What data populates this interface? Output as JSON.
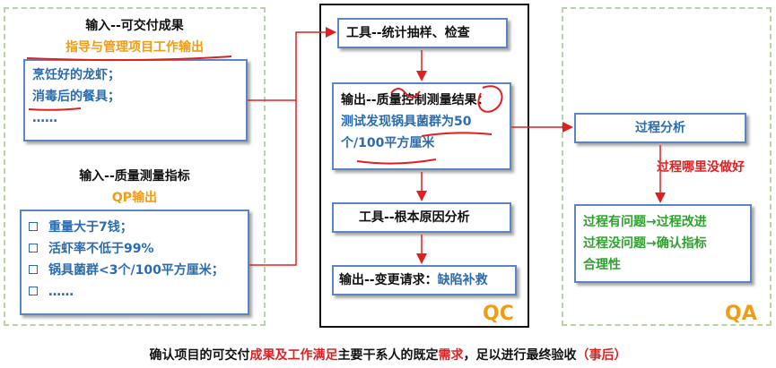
{
  "left": {
    "input1_title": "输入--可交付成果",
    "input1_sub": "指导与管理项目工作输出",
    "box1_items": [
      "烹饪好的龙虾；",
      "消毒后的餐具；",
      "……"
    ],
    "input2_title": "输入--质量测量指标",
    "input2_sub": "QP输出",
    "box2_items": [
      "重量大于7钱；",
      "活虾率不低于99%",
      "锅具菌群<3个/100平方厘米；",
      "……"
    ]
  },
  "qc": {
    "tool1": "工具--统计抽样、检查",
    "output1_title": "输出--质量控制测量结果：",
    "output1_line1": "测试发现锅具菌群为50",
    "output1_line2": "个/100平方厘米",
    "tool2": "工具--根本原因分析",
    "output2_prefix": "输出--变更请求：",
    "output2_value": "缺陷补救",
    "label": "QC"
  },
  "qa": {
    "process_analysis": "过程分析",
    "question": "过程哪里没做好",
    "result_lines": [
      "过程有问题→过程改进",
      "过程没问题→确认指标",
      "合理性"
    ],
    "label": "QA"
  },
  "footer": {
    "p1": "确认项目的可交付",
    "p2": "成果及工作满足",
    "p3": "主要干系人的既定",
    "p4": "需求",
    "p5": "，足以进行最终验收",
    "p6": "（事后）"
  },
  "colors": {
    "blue_text": "#2b6cb0",
    "orange_text": "#f39c12",
    "red_arrow": "#e02020",
    "green_text": "#2ea12e",
    "box_border": "#5b86c5",
    "dashed_border": "#b9d3a8"
  }
}
